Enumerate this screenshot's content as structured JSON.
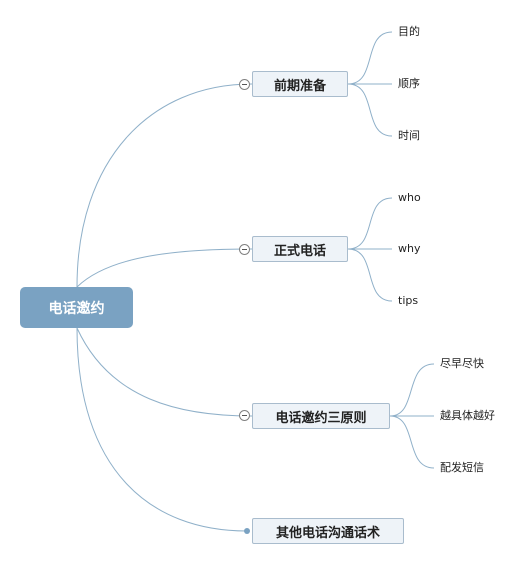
{
  "root": {
    "label": "电话邀约"
  },
  "branches": [
    {
      "label": "前期准备",
      "collapsed": false,
      "children": [
        "目的",
        "顺序",
        "时间"
      ]
    },
    {
      "label": "正式电话",
      "collapsed": false,
      "children": [
        "who",
        "why",
        "tips"
      ]
    },
    {
      "label": "电话邀约三原则",
      "collapsed": false,
      "children": [
        "尽早尽快",
        "越具体越好",
        "配发短信"
      ]
    },
    {
      "label": "其他电话沟通话术",
      "collapsed": true,
      "children": []
    }
  ],
  "colors": {
    "root_fill": "#7aa2c2",
    "branch_fill": "#eef3f8",
    "branch_border": "#a9bccd",
    "connector": "#8fb0c9"
  },
  "icons": {
    "collapse": "collapse-minus-icon",
    "collapsed_marker": "collapsed-dot-icon"
  }
}
